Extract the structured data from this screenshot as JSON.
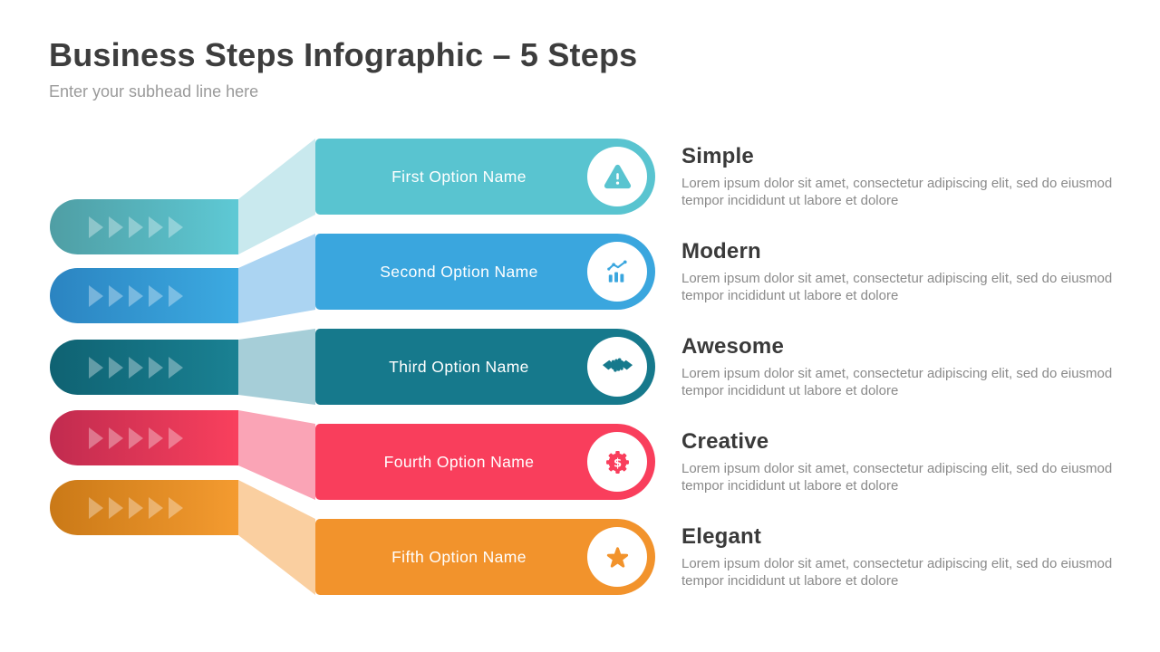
{
  "header": {
    "title": "Business Steps Infographic – 5 Steps",
    "subtitle": "Enter your subhead line here"
  },
  "steps": [
    {
      "option_label": "First Option Name",
      "heading": "Simple",
      "description": "Lorem ipsum dolor sit amet, consectetur adipiscing elit, sed do eiusmod tempor incididunt ut labore et dolore",
      "icon": "warning-triangle-icon",
      "colors": {
        "bar": "#59C4D0",
        "pill_start": "#4F9EA4",
        "pill_end": "#5EC9D5",
        "connector": "#C9E9EE"
      }
    },
    {
      "option_label": "Second Option Name",
      "heading": "Modern",
      "description": "Lorem ipsum dolor sit amet, consectetur adipiscing elit, sed do eiusmod tempor incididunt ut labore et dolore",
      "icon": "analytics-chart-icon",
      "colors": {
        "bar": "#3AA6DE",
        "pill_start": "#2B84C1",
        "pill_end": "#3CAAE1",
        "connector": "#ABD4F2"
      }
    },
    {
      "option_label": "Third Option Name",
      "heading": "Awesome",
      "description": "Lorem ipsum dolor sit amet, consectetur adipiscing elit, sed do eiusmod tempor incididunt ut labore et dolore",
      "icon": "handshake-icon",
      "colors": {
        "bar": "#16798C",
        "pill_start": "#0F6272",
        "pill_end": "#1A8193",
        "connector": "#A6CED8"
      }
    },
    {
      "option_label": "Fourth Option Name",
      "heading": "Creative",
      "description": "Lorem ipsum dolor sit amet, consectetur adipiscing elit, sed do eiusmod tempor incididunt ut labore et dolore",
      "icon": "gear-dollar-icon",
      "colors": {
        "bar": "#F93E5C",
        "pill_start": "#C12B4F",
        "pill_end": "#F9405D",
        "connector": "#FAA4B6"
      }
    },
    {
      "option_label": "Fifth Option Name",
      "heading": "Elegant",
      "description": "Lorem ipsum dolor sit amet, consectetur adipiscing elit, sed do eiusmod tempor incididunt ut labore et dolore",
      "icon": "star-icon",
      "colors": {
        "bar": "#F2932C",
        "pill_start": "#CA7917",
        "pill_end": "#F49B30",
        "connector": "#FACFA0"
      }
    }
  ]
}
